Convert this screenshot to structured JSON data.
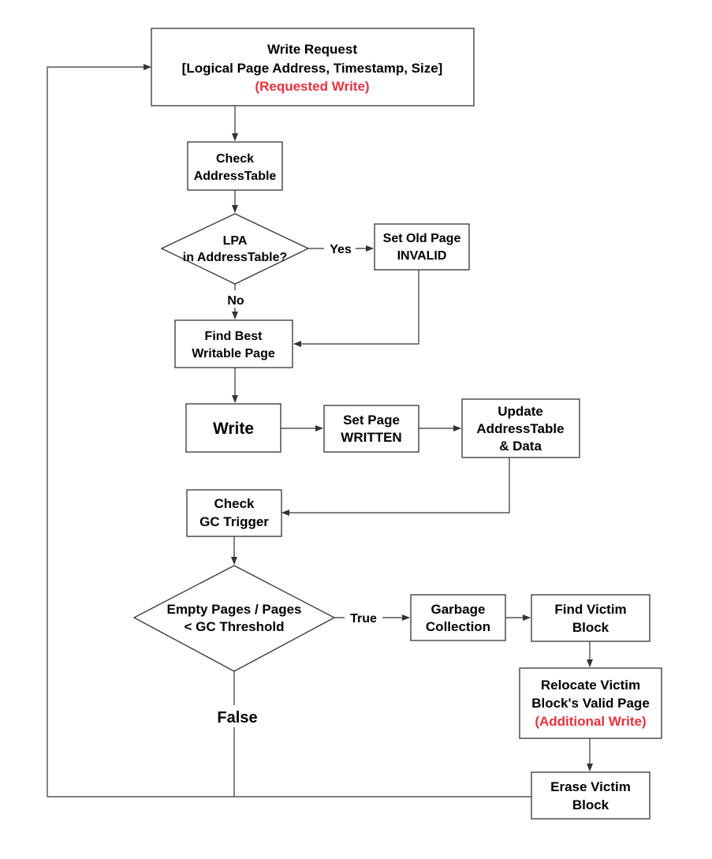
{
  "colors": {
    "line": "#333333",
    "highlight": "#e8323c",
    "background": "#ffffff"
  },
  "nodes": {
    "write_request": {
      "lines": [
        "Write Request",
        "[Logical Page Address, Timestamp, Size]"
      ],
      "note": "(Requested Write)"
    },
    "check_address_table": {
      "lines": [
        "Check",
        "AddressTable"
      ]
    },
    "lpa_decision": {
      "lines": [
        "LPA",
        "in AddressTable?"
      ]
    },
    "set_old_page_invalid": {
      "lines": [
        "Set Old Page",
        "INVALID"
      ]
    },
    "find_best_writable_page": {
      "lines": [
        "Find Best",
        "Writable Page"
      ]
    },
    "write": {
      "lines": [
        "Write"
      ]
    },
    "set_page_written": {
      "lines": [
        "Set Page",
        "WRITTEN"
      ]
    },
    "update_address_table": {
      "lines": [
        "Update",
        "AddressTable",
        "& Data"
      ]
    },
    "check_gc_trigger": {
      "lines": [
        "Check",
        "GC Trigger"
      ]
    },
    "gc_decision": {
      "lines": [
        "Empty Pages / Pages",
        "< GC Threshold"
      ]
    },
    "garbage_collection": {
      "lines": [
        "Garbage",
        "Collection"
      ]
    },
    "find_victim_block": {
      "lines": [
        "Find Victim",
        "Block"
      ]
    },
    "relocate_valid_page": {
      "lines": [
        "Relocate Victim",
        "Block's Valid Page"
      ],
      "note": "(Additional Write)"
    },
    "erase_victim_block": {
      "lines": [
        "Erase Victim",
        "Block"
      ]
    }
  },
  "edge_labels": {
    "yes": "Yes",
    "no": "No",
    "true": "True",
    "false": "False"
  }
}
